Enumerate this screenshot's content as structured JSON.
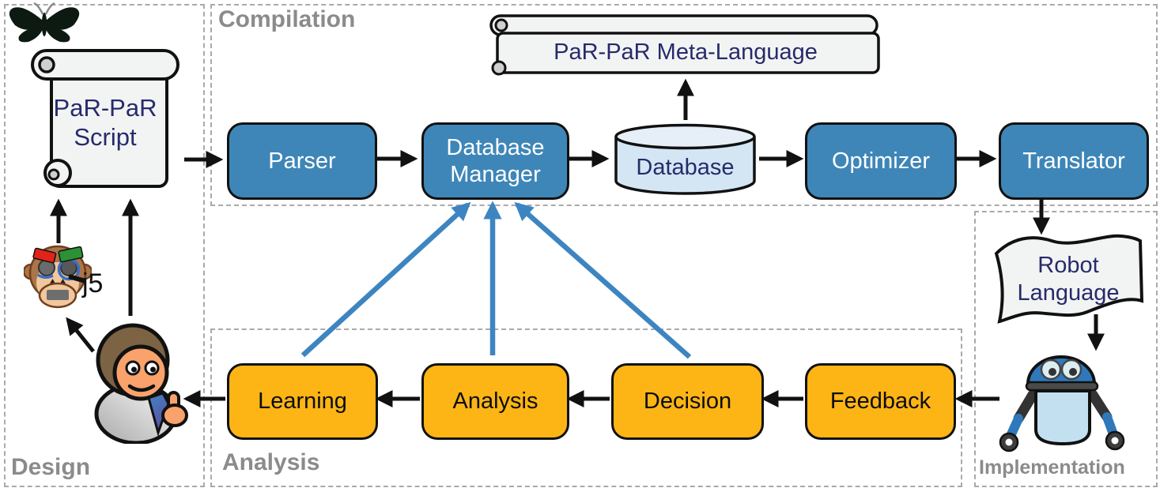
{
  "panels": {
    "design": "Design",
    "compilation": "Compilation",
    "analysis": "Analysis",
    "implementation": "Implementation"
  },
  "nodes": {
    "script_line1": "PaR-PaR",
    "script_line2": "Script",
    "meta_language": "PaR-PaR Meta-Language",
    "parser": "Parser",
    "db_manager_line1": "Database",
    "db_manager_line2": "Manager",
    "database": "Database",
    "optimizer": "Optimizer",
    "translator": "Translator",
    "robot_lang_line1": "Robot",
    "robot_lang_line2": "Language",
    "learning": "Learning",
    "analysis": "Analysis",
    "decision": "Decision",
    "feedback": "Feedback",
    "monkey_label": "j5"
  },
  "colors": {
    "process_blue": "#3e86b8",
    "analysis_orange": "#fcb515",
    "database_fill": "#d4e6f4",
    "scroll_fill": "#f2f4f3",
    "navy_text": "#272a6a",
    "panel_label_gray": "#8b8b8b",
    "arrow_black": "#111111",
    "arrow_blue": "#3d85c1"
  },
  "connections": [
    {
      "from": "parpar-script",
      "to": "parser",
      "style": "black"
    },
    {
      "from": "parser",
      "to": "database-manager",
      "style": "black"
    },
    {
      "from": "database-manager",
      "to": "database",
      "style": "black"
    },
    {
      "from": "database",
      "to": "meta-language",
      "style": "black"
    },
    {
      "from": "database",
      "to": "optimizer",
      "style": "black"
    },
    {
      "from": "optimizer",
      "to": "translator",
      "style": "black"
    },
    {
      "from": "translator",
      "to": "robot-language",
      "style": "black"
    },
    {
      "from": "robot-language",
      "to": "robot",
      "style": "black"
    },
    {
      "from": "robot",
      "to": "feedback",
      "style": "black"
    },
    {
      "from": "feedback",
      "to": "decision",
      "style": "black"
    },
    {
      "from": "decision",
      "to": "analysis",
      "style": "black"
    },
    {
      "from": "analysis",
      "to": "learning",
      "style": "black"
    },
    {
      "from": "learning",
      "to": "user",
      "style": "black"
    },
    {
      "from": "user",
      "to": "j5-monkey",
      "style": "black"
    },
    {
      "from": "j5-monkey",
      "to": "parpar-script",
      "style": "black"
    },
    {
      "from": "user",
      "to": "parpar-script",
      "style": "black"
    },
    {
      "from": "learning",
      "to": "database-manager",
      "style": "blue"
    },
    {
      "from": "analysis",
      "to": "database-manager",
      "style": "blue"
    },
    {
      "from": "decision",
      "to": "database-manager",
      "style": "blue"
    }
  ]
}
